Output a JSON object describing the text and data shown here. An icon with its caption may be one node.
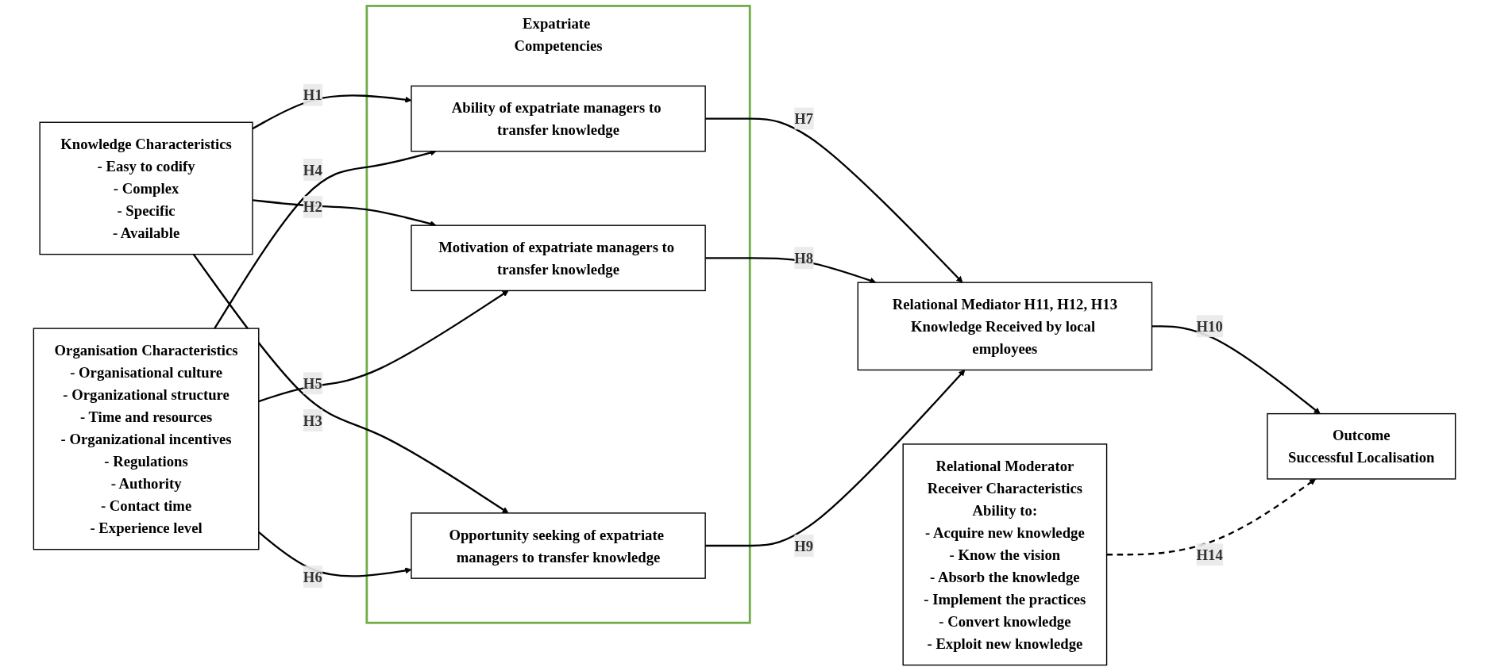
{
  "diagram": {
    "nodes": [
      {
        "text": [
          "Knowledge Characteristics",
          "- Easy to codify",
          "- Complex",
          "- Specific",
          "- Available"
        ]
      },
      {
        "text": [
          "Organisation Characteristics",
          "- Organisational culture",
          "- Organizational structure",
          "- Time and resources",
          "- Organizational incentives",
          "- Regulations",
          "- Authority",
          "- Contact time",
          "- Experience level"
        ]
      },
      {
        "text": [
          "Expatriate Competencies"
        ]
      },
      {
        "text": [
          "Ability of expatriate managers to transfer knowledge"
        ],
        "in": 2
      },
      {
        "text": [
          "Motivation of expatriate managers to transfer knowledge"
        ],
        "in": 2
      },
      {
        "text": [
          "Opportunity seeking of expatriate managers to transfer knowledge"
        ],
        "in": 2
      },
      {
        "text": [
          "Relational Moderator",
          "Receiver Characteristics",
          "Ability to:",
          "- Acquire new knowledge",
          "- Know the vision",
          "- Absorb the knowledge",
          "- Implement the practices",
          "- Convert knowledge",
          "- Exploit new knowledge"
        ]
      },
      {
        "text": [
          "Relational Mediator H11, H12, H13",
          "Knowledge Received by local employees"
        ]
      },
      {
        "text": [
          "Outcome",
          "Successful Localisation"
        ]
      }
    ],
    "edges": [
      {
        "from": 0,
        "to": 3,
        "label": "H1",
        "arrow": "to"
      },
      {
        "from": 0,
        "to": 4,
        "label": "H2",
        "arrow": "to"
      },
      {
        "from": 0,
        "to": 5,
        "label": "H3",
        "arrow": "to"
      },
      {
        "from": 1,
        "to": 3,
        "label": "H4",
        "arrow": "to"
      },
      {
        "from": 1,
        "to": 4,
        "label": "H5",
        "arrow": "to"
      },
      {
        "from": 1,
        "to": 5,
        "label": "H6",
        "arrow": "to"
      },
      {
        "from": 3,
        "to": 7,
        "label": "H7",
        "arrow": "to"
      },
      {
        "from": 4,
        "to": 7,
        "label": "H8",
        "arrow": "to"
      },
      {
        "from": 5,
        "to": 7,
        "label": "H9",
        "arrow": "to"
      },
      {
        "from": 7,
        "to": 8,
        "label": "H10",
        "arrow": "to"
      },
      {
        "from": 6,
        "to": 8,
        "label": "H14",
        "arrow": "to",
        "style": "dashed"
      }
    ]
  }
}
